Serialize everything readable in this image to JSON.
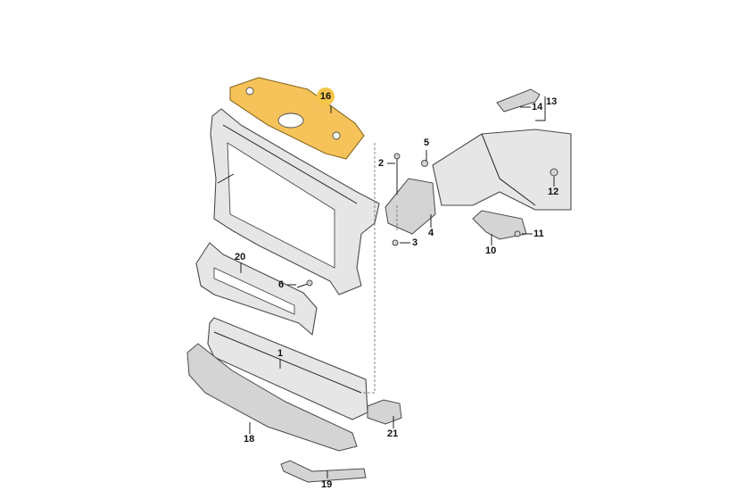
{
  "diagram": {
    "highlight_color": "#f3c64a",
    "part_numbers": {
      "p1": "1",
      "p2": "2",
      "p3": "3",
      "p4": "4",
      "p5": "5",
      "p6": "6",
      "p10": "10",
      "p11": "11",
      "p12": "12",
      "p13": "13",
      "p14": "14",
      "p16": "16",
      "p18": "18",
      "p19": "19",
      "p20": "20",
      "p21": "21"
    }
  }
}
